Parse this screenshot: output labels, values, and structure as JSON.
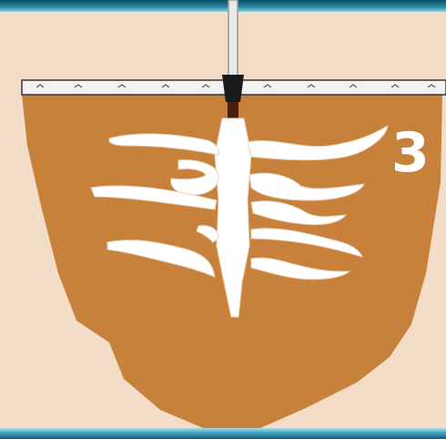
{
  "figure": {
    "step_number": "3",
    "colors": {
      "soil": "#c8813a",
      "background": "#f4ddc8",
      "grout": "#ffffff",
      "slab": "#f2f2f2",
      "injector": "#1a1a1a",
      "frame_accent": "#1f7d98"
    },
    "elements": [
      "slab",
      "injection-pipe",
      "injector-packer",
      "soil-mass",
      "grout-fractures",
      "step-number"
    ]
  }
}
